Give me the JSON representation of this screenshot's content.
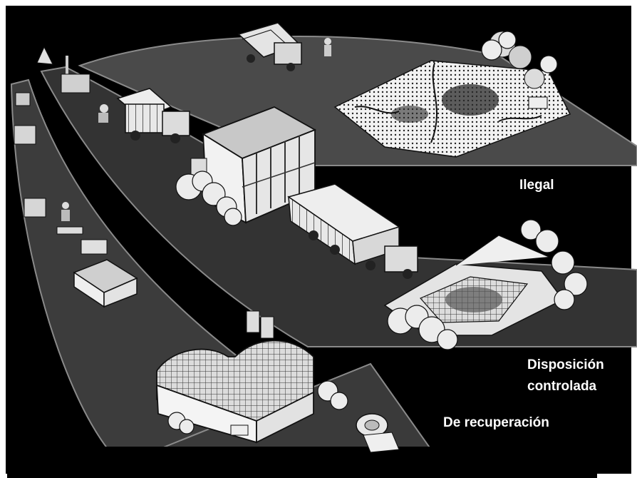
{
  "labels": {
    "illegal": "Ilegal",
    "controlled_line1": "Disposición",
    "controlled_line2": "controlada",
    "recovery": "De recuperación"
  },
  "colors": {
    "background": "#000000",
    "path_illegal": "#4a4a4a",
    "path_middle": "#333333",
    "path_outer": "#3c3c3c",
    "label_text": "#ffffff"
  },
  "icons": [
    "pickers-icon",
    "collection-truck-icon",
    "compactor-truck-icon",
    "transfer-station-icon",
    "trailer-truck-icon",
    "open-dump-icon",
    "sanitary-landfill-icon",
    "recycling-plant-icon",
    "carts-icon",
    "warehouse-icon",
    "bales-icon",
    "tree-icon"
  ]
}
